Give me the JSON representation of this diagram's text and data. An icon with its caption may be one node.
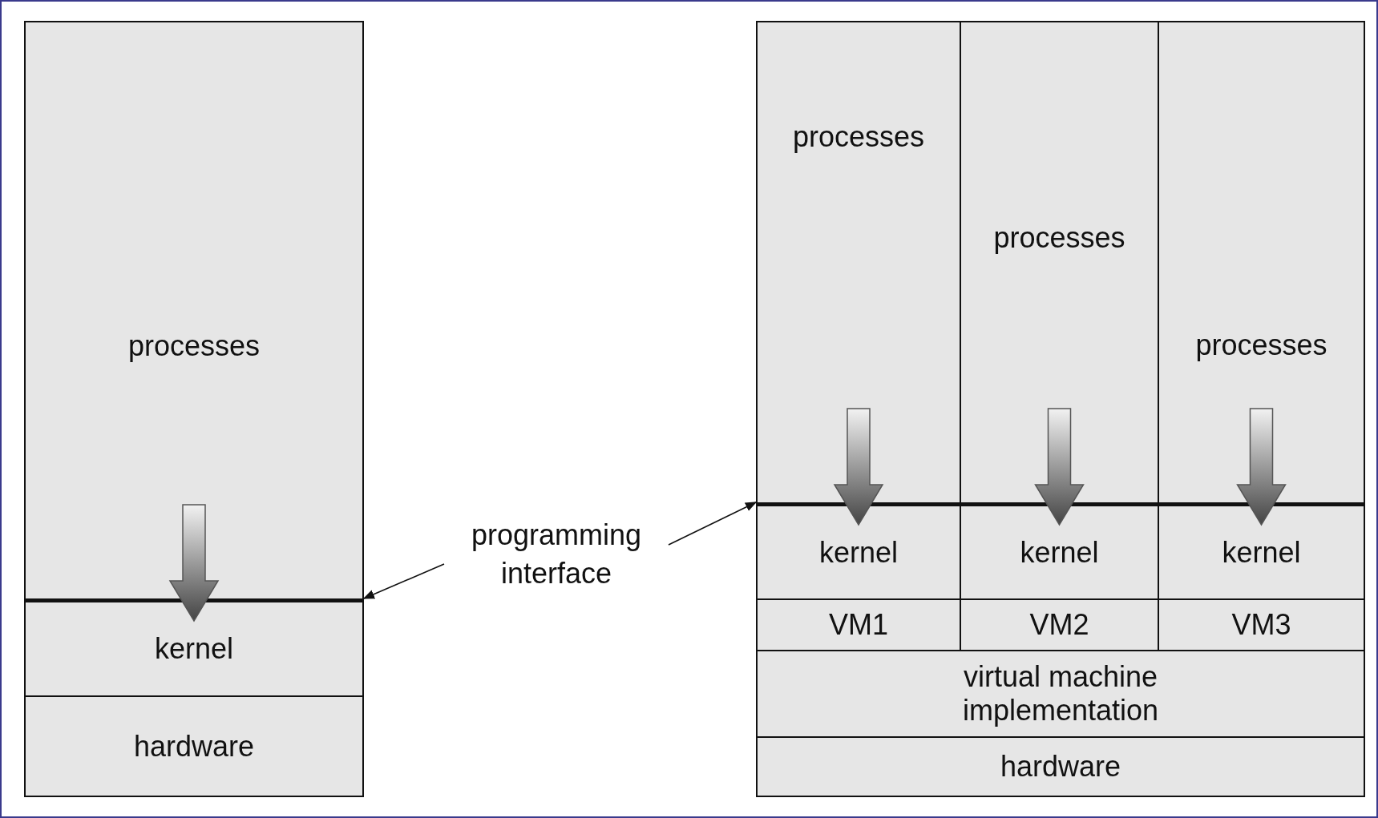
{
  "diagram": {
    "nodes": [
      {
        "text": [
          "processes"
        ]
      },
      {
        "text": [
          "kernel"
        ]
      },
      {
        "text": [
          "hardware"
        ]
      },
      {
        "text": [
          "processes"
        ]
      },
      {
        "text": [
          "processes"
        ]
      },
      {
        "text": [
          "processes"
        ]
      },
      {
        "text": [
          "kernel"
        ]
      },
      {
        "text": [
          "kernel"
        ]
      },
      {
        "text": [
          "kernel"
        ]
      },
      {
        "text": [
          "VM1"
        ]
      },
      {
        "text": [
          "VM2"
        ]
      },
      {
        "text": [
          "VM3"
        ]
      },
      {
        "text": [
          "virtual machine implementation"
        ]
      },
      {
        "text": [
          "hardware"
        ]
      },
      {
        "text": [
          "programming interface"
        ]
      }
    ],
    "edges": [
      {
        "from": 0,
        "to": 1,
        "arrow": "to",
        "style": "thick"
      },
      {
        "from": 3,
        "to": 6,
        "arrow": "to",
        "style": "thick"
      },
      {
        "from": 4,
        "to": 7,
        "arrow": "to",
        "style": "thick"
      },
      {
        "from": 5,
        "to": 8,
        "arrow": "to",
        "style": "thick"
      },
      {
        "from": 14,
        "to": 1,
        "arrow": "to"
      },
      {
        "from": 14,
        "to": 6,
        "arrow": "to"
      }
    ]
  }
}
